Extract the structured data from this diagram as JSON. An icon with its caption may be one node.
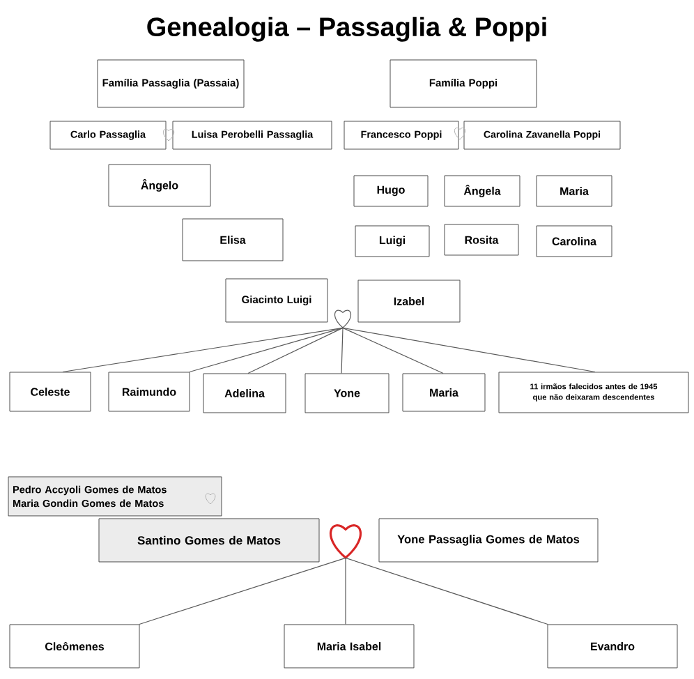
{
  "diagram": {
    "title": "Genealogia – Passaglia & Poppi",
    "nodes": [
      {
        "text": [
          "Família Passaglia (Passaia)"
        ]
      },
      {
        "text": [
          "Família Poppi"
        ]
      },
      {
        "text": [
          "Carlo Passaglia"
        ]
      },
      {
        "text": [
          "Luisa Perobelli Passaglia"
        ]
      },
      {
        "text": [
          "Francesco Poppi"
        ]
      },
      {
        "text": [
          "Carolina Zavanella Poppi"
        ]
      },
      {
        "text": [
          "Ângelo"
        ]
      },
      {
        "text": [
          "Hugo"
        ]
      },
      {
        "text": [
          "Ângela"
        ]
      },
      {
        "text": [
          "Maria"
        ]
      },
      {
        "text": [
          "Elisa"
        ]
      },
      {
        "text": [
          "Luigi"
        ]
      },
      {
        "text": [
          "Rosita"
        ]
      },
      {
        "text": [
          "Carolina"
        ]
      },
      {
        "text": [
          "Giacinto Luigi"
        ]
      },
      {
        "text": [
          "Izabel"
        ]
      },
      {
        "text": [],
        "shape": "heart"
      },
      {
        "text": [
          "Celeste"
        ]
      },
      {
        "text": [
          "Raimundo"
        ]
      },
      {
        "text": [
          "Adelina"
        ]
      },
      {
        "text": [
          "Yone"
        ]
      },
      {
        "text": [
          "Maria"
        ]
      },
      {
        "text": [
          "11 irmãos falecidos antes de 1945 que não deixaram descendentes"
        ]
      },
      {
        "text": [
          "Pedro Accyoli Gomes de Matos",
          "Maria Gondin Gomes de Matos"
        ]
      },
      {
        "text": [
          "Santino Gomes de Matos"
        ]
      },
      {
        "text": [],
        "shape": "heart"
      },
      {
        "text": [
          "Yone Passaglia Gomes de Matos"
        ]
      },
      {
        "text": [
          "Cleômenes"
        ]
      },
      {
        "text": [
          "Maria Isabel"
        ]
      },
      {
        "text": [
          "Evandro"
        ]
      }
    ],
    "edges": [
      {
        "from": 16,
        "to": 17,
        "arrow": "none"
      },
      {
        "from": 16,
        "to": 18,
        "arrow": "none"
      },
      {
        "from": 16,
        "to": 19,
        "arrow": "none"
      },
      {
        "from": 16,
        "to": 20,
        "arrow": "none"
      },
      {
        "from": 16,
        "to": 21,
        "arrow": "none"
      },
      {
        "from": 16,
        "to": 22,
        "arrow": "none"
      },
      {
        "from": 25,
        "to": 27,
        "arrow": "none"
      },
      {
        "from": 25,
        "to": 28,
        "arrow": "none"
      },
      {
        "from": 25,
        "to": 29,
        "arrow": "none"
      }
    ]
  }
}
